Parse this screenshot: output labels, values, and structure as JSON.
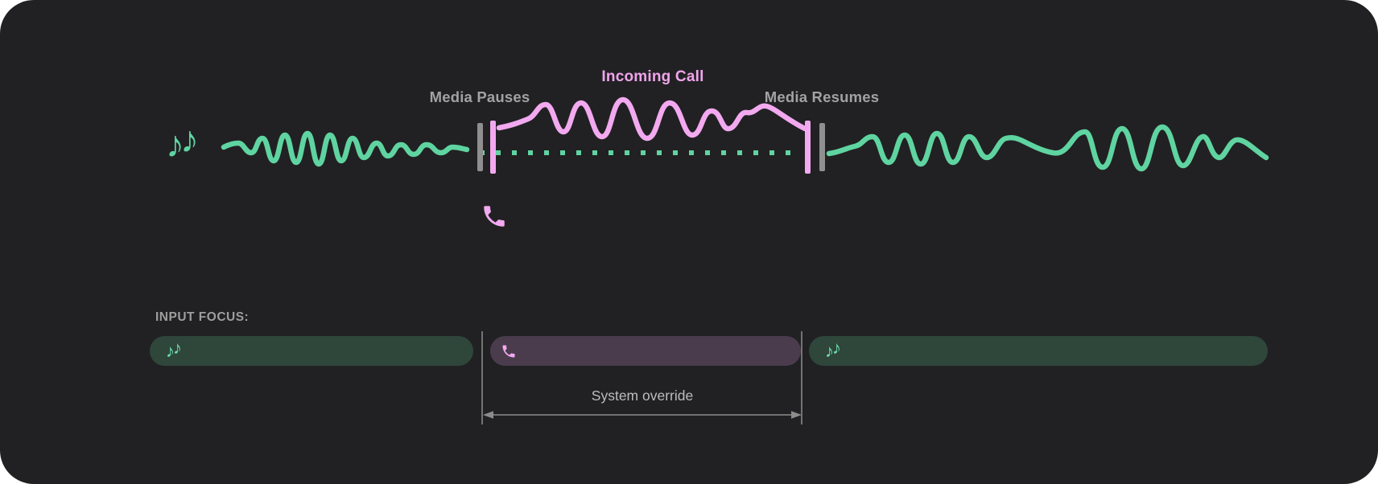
{
  "timeline": {
    "media_pauses_label": "Media Pauses",
    "incoming_call_label": "Incoming Call",
    "media_resumes_label": "Media Resumes"
  },
  "focus_bar": {
    "label": "INPUT FOCUS:",
    "annotation": "System override",
    "segments": [
      {
        "type": "media",
        "icon": "music-notes-icon"
      },
      {
        "type": "call",
        "icon": "phone-icon"
      },
      {
        "type": "media",
        "icon": "music-notes-icon"
      }
    ]
  },
  "icons": {
    "note_glyph": "♪"
  },
  "colors": {
    "panel_bg": "#212123",
    "media_green": "#5fd4a1",
    "call_pink": "#f3a9f0",
    "incoming_call_text": "#f0a4ec",
    "event_label_gray": "#a2a2a2",
    "marker_gray": "#8f8f8f",
    "focus_media_bg": "#2f463b",
    "focus_call_bg": "#4a3c4d",
    "focus_note_green": "#6fe2ad",
    "annotation_gray": "#bdbdbd",
    "guide_gray": "#737373"
  }
}
